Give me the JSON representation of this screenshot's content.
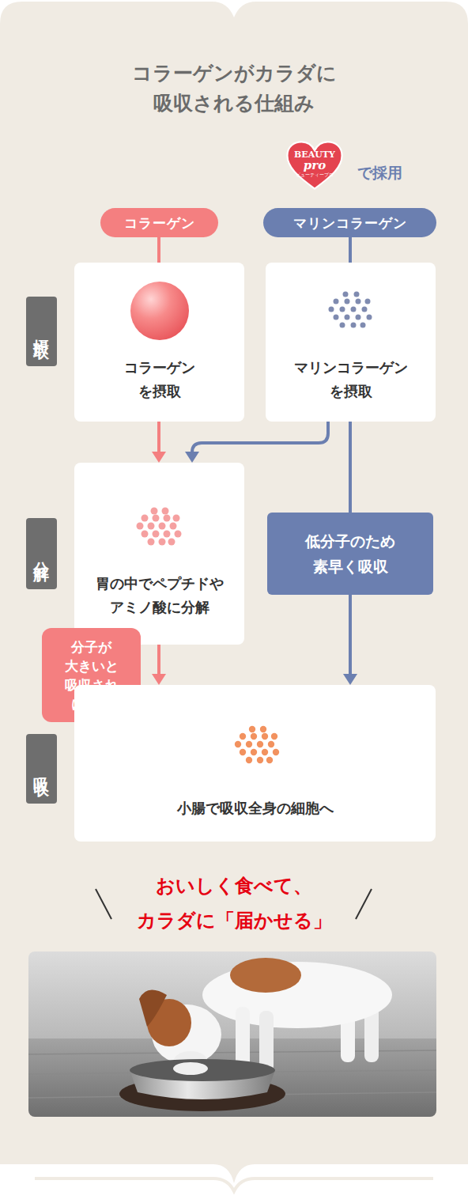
{
  "diagram": {
    "title": "コラーゲンがカラダに 吸収される仕組み",
    "nodes": [
      {
        "text": [
          "BEAUTY",
          "pro",
          "ビューティープロ"
        ]
      },
      {
        "text": [
          "コラーゲン"
        ]
      },
      {
        "text": [
          "マリンコラーゲン"
        ]
      },
      {
        "text": [
          "摂取"
        ]
      },
      {
        "text": [
          "コラーゲン を摂取"
        ]
      },
      {
        "text": [
          "マリンコラーゲン を摂取"
        ]
      },
      {
        "text": [
          "分解"
        ]
      },
      {
        "text": [
          "胃の中でペプチドや アミノ酸に分解"
        ]
      },
      {
        "text": [
          "低分子のため 素早く吸収"
        ]
      },
      {
        "text": [
          "分子が 大きいと 吸収され にくい"
        ]
      },
      {
        "text": [
          "吸収"
        ]
      },
      {
        "text": [
          "小腸で吸収全身の細胞へ"
        ]
      }
    ],
    "edges": [
      {
        "from": 1,
        "to": 4,
        "arrow": "none"
      },
      {
        "from": 2,
        "to": 5,
        "arrow": "none"
      },
      {
        "from": 4,
        "to": 7,
        "arrow": "to"
      },
      {
        "from": 5,
        "to": 7,
        "arrow": "to"
      },
      {
        "from": 5,
        "to": 8,
        "arrow": "none"
      },
      {
        "from": 8,
        "to": 11,
        "arrow": "to"
      },
      {
        "from": 7,
        "to": 11,
        "arrow": "to"
      }
    ],
    "labels": [
      "で採用",
      "おいしく食べて、 カラダに「届かせる」"
    ]
  }
}
